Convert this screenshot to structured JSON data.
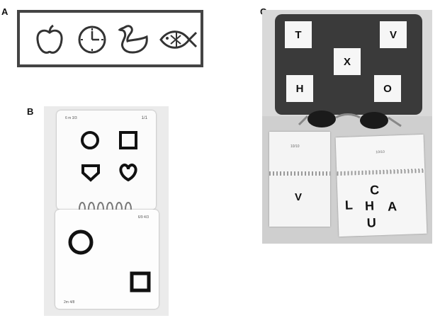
{
  "panels": {
    "a": {
      "label": "A",
      "symbols": [
        "apple-icon",
        "clock-icon",
        "duck-icon",
        "fish-icon"
      ]
    },
    "b": {
      "label": "B",
      "top_card": {
        "corner_left": "6 m  3/3",
        "corner_right": "1/1",
        "shapes": [
          "circle",
          "square",
          "arrow",
          "heart"
        ]
      },
      "bottom_card": {
        "corner_right": "6/9  4/3",
        "corner_left_bottom": "2m  4/8",
        "shapes": [
          "circle",
          "square"
        ]
      }
    },
    "c": {
      "label": "C",
      "board_letters": [
        "T",
        "V",
        "X",
        "H",
        "O"
      ],
      "left_card": {
        "header": "10/10",
        "letter": "V"
      },
      "right_card": {
        "header": "10/10",
        "letters": [
          "C",
          "L",
          "H",
          "A",
          "U"
        ]
      }
    }
  },
  "colors": {
    "background": "#ffffff",
    "frame_a": "#444444",
    "board": "#3a3a3a",
    "table": "#cfcfcf",
    "wall": "#d9d9d9",
    "card": "#f4f4f4",
    "ink": "#111111"
  }
}
